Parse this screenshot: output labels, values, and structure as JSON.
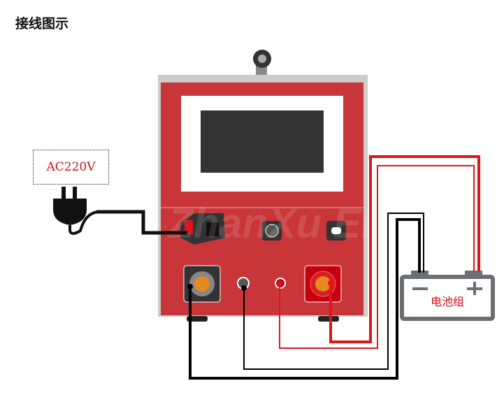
{
  "title": "接线图示",
  "power_label": "AC220V",
  "battery_label": "电池组",
  "watermark": "ZhanXu Ele",
  "colors": {
    "device_body": "#c8363a",
    "wire_red": "#e0141c",
    "wire_black": "#000000",
    "battery": "#6d6e73"
  }
}
